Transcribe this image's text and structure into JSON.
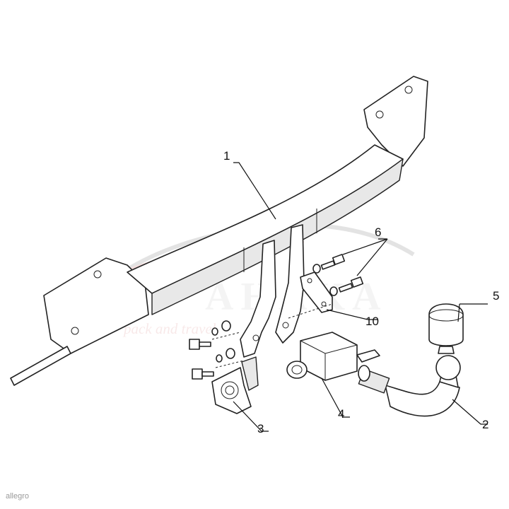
{
  "diagram": {
    "callouts": [
      "1",
      "2",
      "3",
      "4",
      "5",
      "6",
      "10"
    ],
    "watermark": {
      "brand": "AHAKA",
      "tagline": "pack and travel"
    },
    "corner_mark": "allegro"
  }
}
